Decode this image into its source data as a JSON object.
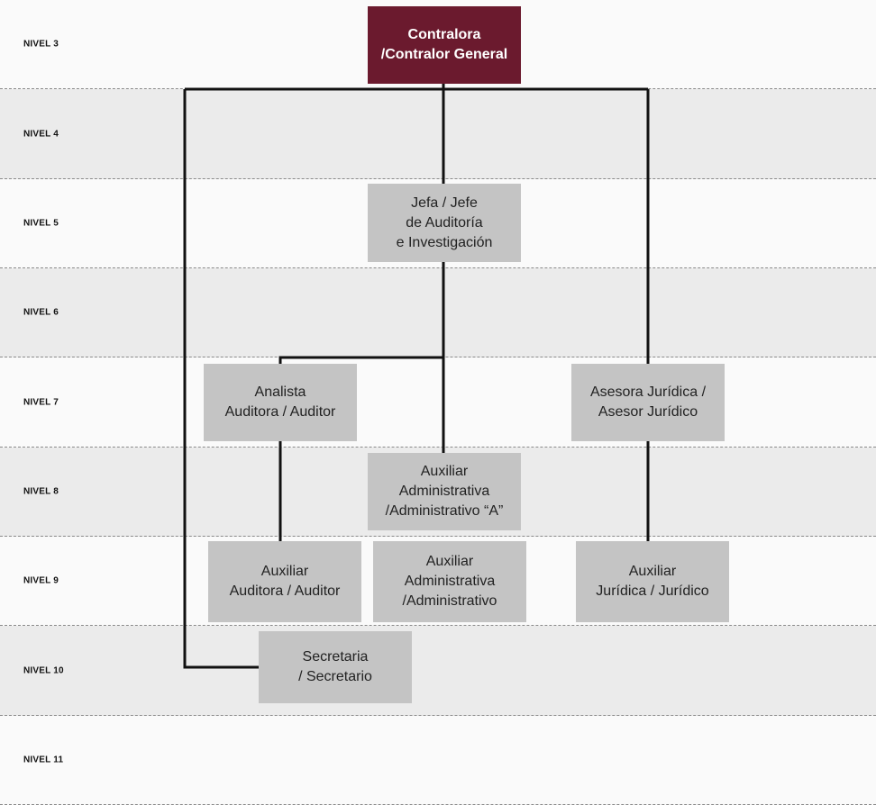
{
  "levels": [
    "NIVEL 3",
    "NIVEL 4",
    "NIVEL 5",
    "NIVEL 6",
    "NIVEL 7",
    "NIVEL 8",
    "NIVEL 9",
    "NIVEL 10",
    "NIVEL 11"
  ],
  "nodes": {
    "contralor": "Contralora\n/Contralor General",
    "jefe_auditoria": "Jefa / Jefe\nde Auditoría\ne Investigación",
    "analista": "Analista\nAuditora / Auditor",
    "asesor_juridico": "Asesora Jurídica /\nAsesor Jurídico",
    "auxiliar_admin_a": "Auxiliar\nAdministrativa\n/Administrativo “A”",
    "auxiliar_auditor": "Auxiliar\nAuditora / Auditor",
    "auxiliar_admin": "Auxiliar\nAdministrativa\n/Administrativo",
    "auxiliar_juridico": "Auxiliar\nJurídica / Jurídico",
    "secretaria": "Secretaria\n/ Secretario"
  },
  "colors": {
    "head": "#6b1a2e",
    "box": "#c4c4c4",
    "band_shade": "#ebebeb",
    "band_light": "#fafafa"
  }
}
